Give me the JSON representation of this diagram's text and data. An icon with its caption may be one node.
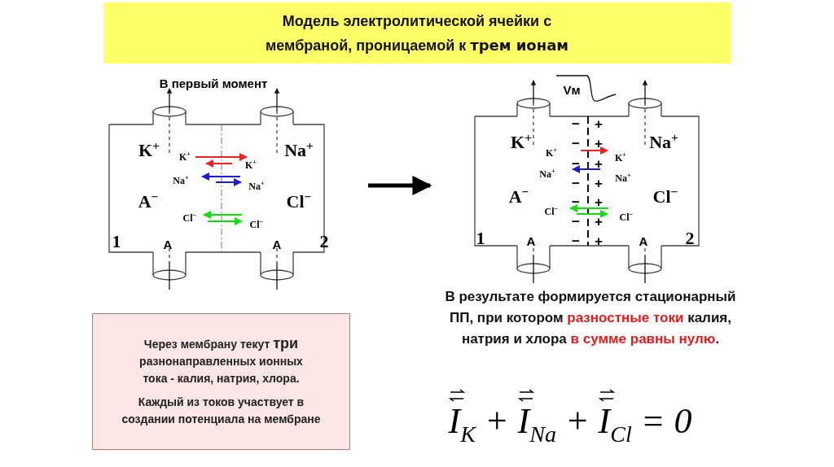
{
  "diagram": {
    "title": "Модель электролитической ячейки с мембраной, проницаемой к **трем ионам**",
    "nodes": [
      {
        "text": [
          "В первый момент",
          "K$^{+}$",
          "Na$^{+}$",
          "K$^{+}$",
          "K$^{+}$",
          "Na$^{+}$",
          "Na$^{+}$",
          "A$^{−}$",
          "Cl$^{−}$",
          "Cl$^{−}$",
          "Cl$^{−}$",
          "1",
          "A",
          "A",
          "2"
        ]
      },
      {
        "text": [
          "Vм",
          "K$^{+}$",
          "Na$^{+}$",
          "K$^{+}$",
          "K$^{+}$",
          "Na$^{+}$",
          "Na$^{+}$",
          "A$^{−}$",
          "Cl$^{−}$",
          "Cl$^{−}$",
          "Cl$^{−}$",
          "1",
          "A",
          "A",
          "2",
          "−",
          "+",
          "−",
          "+",
          "−",
          "+",
          "−",
          "+",
          "−",
          "+",
          "−",
          "+",
          "−",
          "+"
        ]
      },
      {
        "text": [
          "Через мембрану текут **три** разнонаправленных ионных тока - калия, натрия, хлора.",
          "Каждый из токов участвует в создании потенциала на мембране"
        ]
      }
    ],
    "edges": [
      {
        "from": 0,
        "to": 1,
        "arrow": "to"
      }
    ],
    "labels": [
      "В результате формируется стационарный ПП, при котором **разностные токи** калия, натрия и хлора **в сумме равны нулю**.",
      "I$_{K}$ + I$_{Na}$ + I$_{Cl}$ = 0"
    ]
  }
}
